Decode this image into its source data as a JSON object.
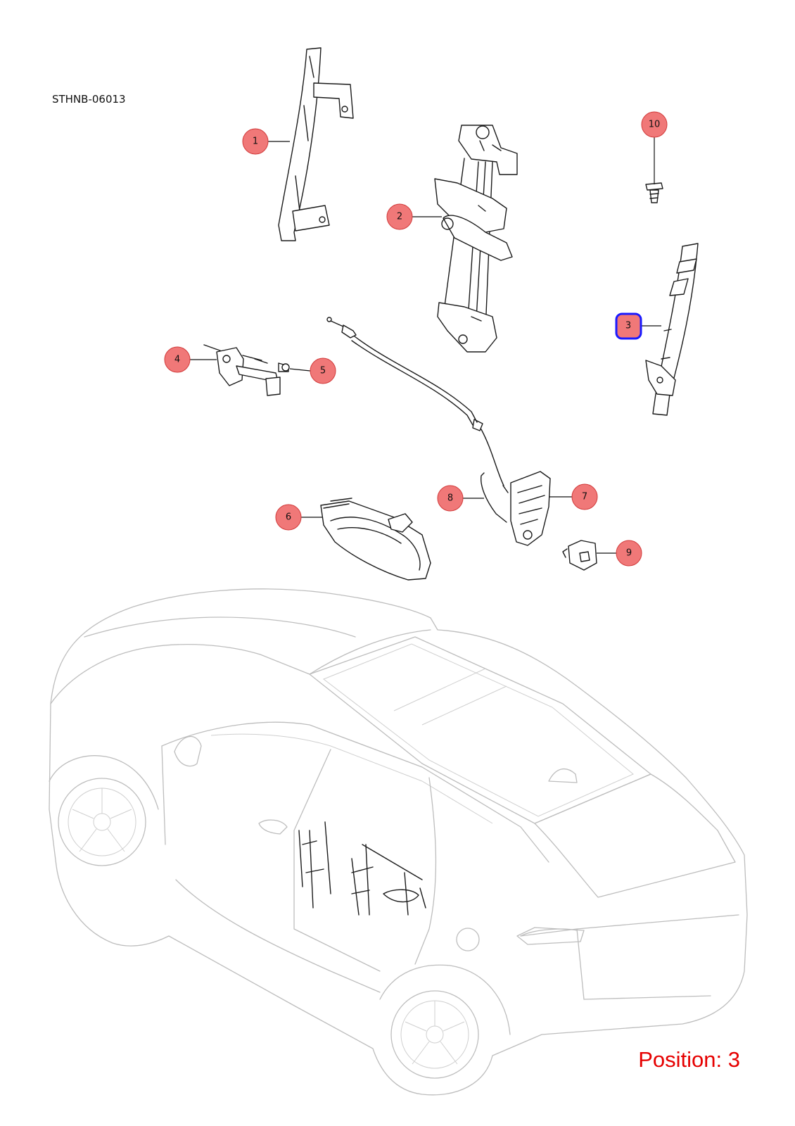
{
  "diagram_code": "STHNB-06013",
  "position_text": "Position: 3",
  "colors": {
    "callout_fill": "#f07878",
    "callout_stroke": "#d13a3a",
    "highlight": "#1a1aff",
    "position_text": "#e60000"
  },
  "callouts": [
    {
      "id": "1",
      "label": "1",
      "highlighted": false
    },
    {
      "id": "2",
      "label": "2",
      "highlighted": false
    },
    {
      "id": "3",
      "label": "3",
      "highlighted": true
    },
    {
      "id": "4",
      "label": "4",
      "highlighted": false
    },
    {
      "id": "5",
      "label": "5",
      "highlighted": false
    },
    {
      "id": "6",
      "label": "6",
      "highlighted": false
    },
    {
      "id": "7",
      "label": "7",
      "highlighted": false
    },
    {
      "id": "8",
      "label": "8",
      "highlighted": false
    },
    {
      "id": "9",
      "label": "9",
      "highlighted": false
    },
    {
      "id": "10",
      "label": "10",
      "highlighted": false
    }
  ]
}
